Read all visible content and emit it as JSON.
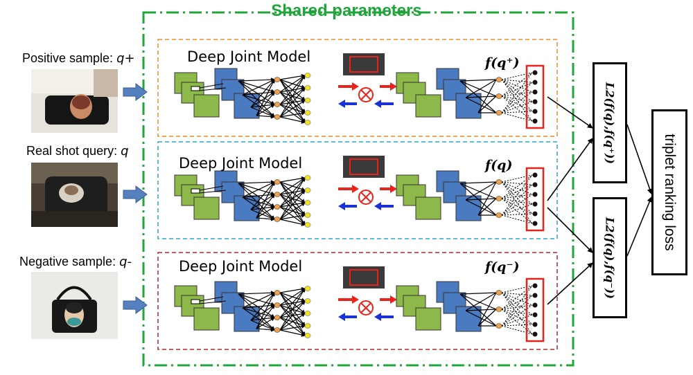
{
  "title": "Shared parameters",
  "rows": [
    {
      "sample_label": "Positive sample: ",
      "sample_var": "q+",
      "model_label": "Deep Joint Model",
      "output_label": "f(q⁺)",
      "border_color": "#f08a24"
    },
    {
      "sample_label": "Real shot query: ",
      "sample_var": "q",
      "model_label": "Deep Joint Model",
      "output_label": "f(q)",
      "border_color": "#2aa5c9"
    },
    {
      "sample_label": "Negative sample: ",
      "sample_var": "q-",
      "model_label": "Deep Joint Model",
      "output_label": "f(q⁻)",
      "border_color": "#b3262c"
    }
  ],
  "loss_boxes": {
    "positive_distance": "L2(f(q),f(q⁺))",
    "negative_distance": "L2(f(q),f(q⁻))",
    "triplet_loss": "triplet ranking loss"
  },
  "colors": {
    "shared_border": "#1fa53a",
    "green_map": "#8db84a",
    "blue_map": "#4a7bc0",
    "neuron_orange": "#e8a25a",
    "neuron_yellow": "#f2e619",
    "highlight_red": "#e8231c",
    "arrow_red": "#e8231c",
    "arrow_blue": "#1a33d6",
    "input_arrow": "#5580c0"
  },
  "icons": [
    "otimes-icon",
    "right-arrow-icon",
    "left-arrow-icon"
  ]
}
